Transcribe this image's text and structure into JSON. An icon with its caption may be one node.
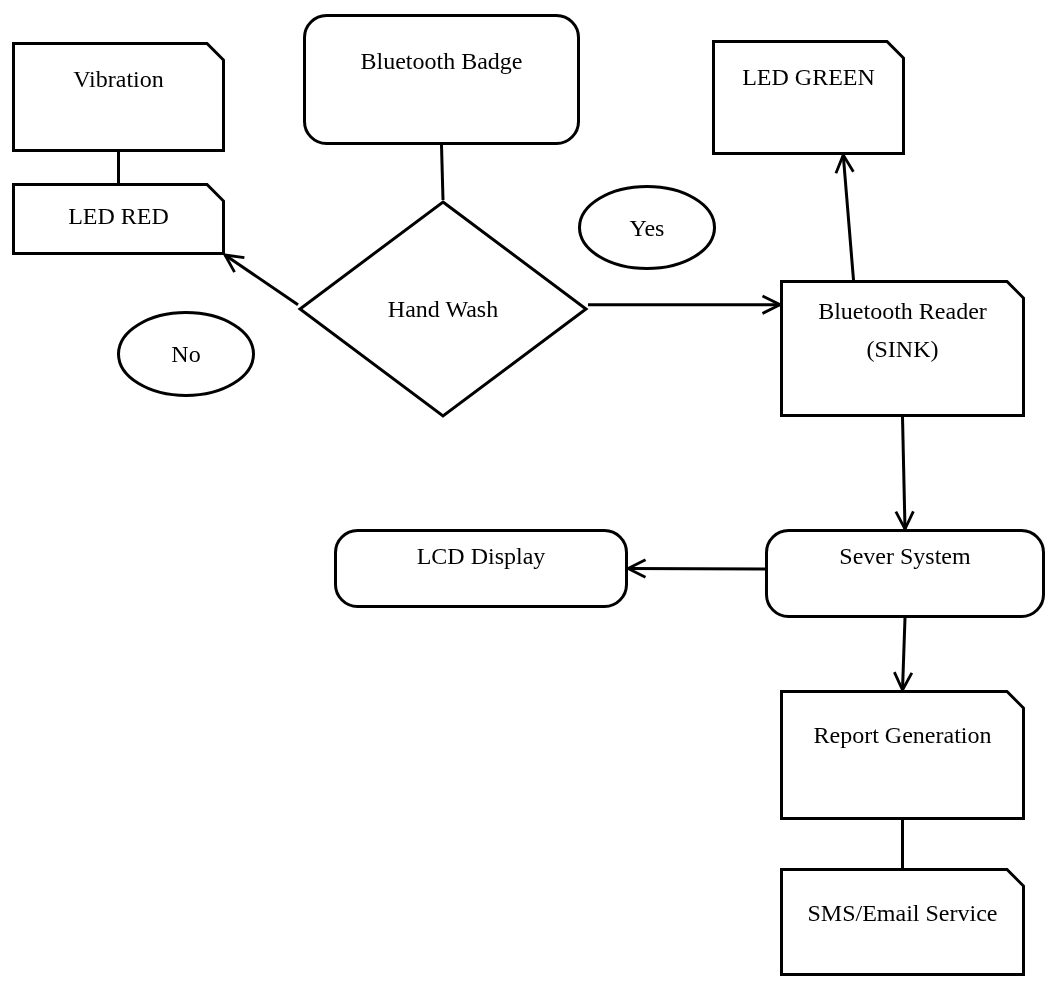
{
  "diagram": {
    "nodes": [
      {
        "text": [
          "Vibration"
        ]
      },
      {
        "text": [
          "Bluetooth Badge"
        ]
      },
      {
        "text": [
          "LED GREEN"
        ]
      },
      {
        "text": [
          "LED RED"
        ]
      },
      {
        "text": [
          "Yes"
        ]
      },
      {
        "text": [
          "Hand Wash"
        ]
      },
      {
        "text": [
          "No"
        ]
      },
      {
        "text": [
          "Bluetooth Reader (SINK)"
        ]
      },
      {
        "text": [
          "LCD Display"
        ]
      },
      {
        "text": [
          "Sever System"
        ]
      },
      {
        "text": [
          "Report Generation"
        ]
      },
      {
        "text": [
          "SMS/Email Service"
        ]
      }
    ],
    "edges": [
      {
        "from": 0,
        "to": 3,
        "arrow": "none"
      },
      {
        "from": 1,
        "to": 5,
        "arrow": "none"
      },
      {
        "from": 5,
        "to": 3,
        "arrow": "to"
      },
      {
        "from": 5,
        "to": 7,
        "arrow": "to"
      },
      {
        "from": 7,
        "to": 2,
        "arrow": "to"
      },
      {
        "from": 7,
        "to": 9,
        "arrow": "to"
      },
      {
        "from": 9,
        "to": 8,
        "arrow": "to"
      },
      {
        "from": 9,
        "to": 10,
        "arrow": "to"
      },
      {
        "from": 10,
        "to": 11,
        "arrow": "none"
      }
    ]
  }
}
